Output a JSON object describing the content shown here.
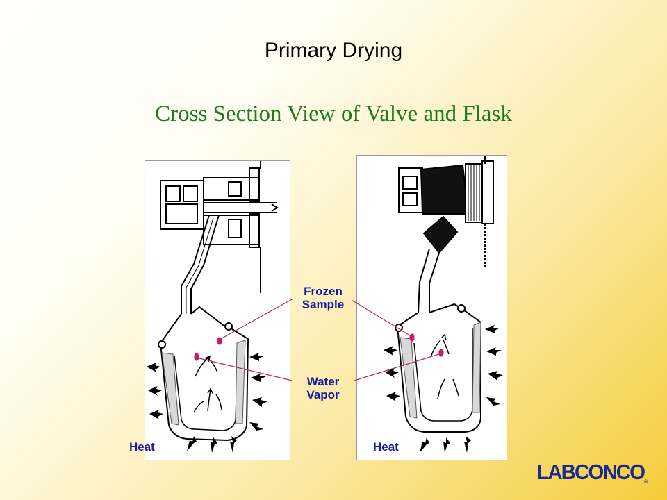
{
  "slide": {
    "title": "Primary Drying",
    "subtitle": "Cross Section View of Valve and Flask"
  },
  "labels": {
    "frozen_line1": "Frozen",
    "frozen_line2": "Sample",
    "vapor_line1": "Water",
    "vapor_line2": "Vapor",
    "heat_left": "Heat",
    "heat_right": "Heat"
  },
  "logo": {
    "text": "LABCONCO",
    "mark": "®"
  },
  "colors": {
    "title": "#000000",
    "subtitle": "#1e7b1e",
    "label": "#1a1a9e",
    "leader_line": "#c0206a",
    "logo": "#1a2a8e"
  }
}
